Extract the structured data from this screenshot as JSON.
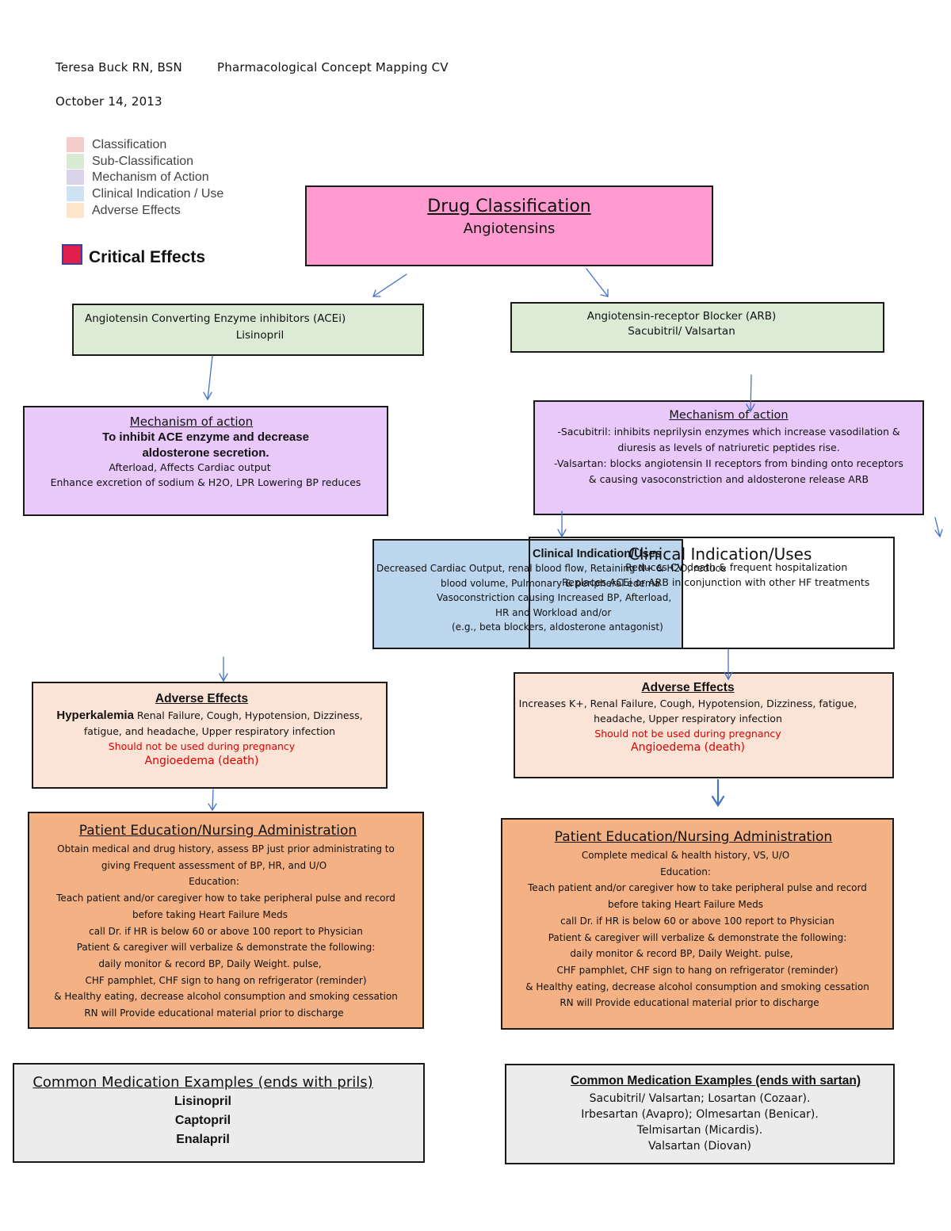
{
  "header": {
    "author": "Teresa Buck RN, BSN",
    "title": "Pharmacological Concept Mapping CV",
    "date": "October 14, 2013"
  },
  "legend": {
    "items": [
      {
        "label": "Classification",
        "color": "#f4cccc"
      },
      {
        "label": "Sub-Classification",
        "color": "#d9ead3"
      },
      {
        "label": "Mechanism of Action",
        "color": "#d9d2e9"
      },
      {
        "label": "Clinical Indication / Use",
        "color": "#cfe2f3"
      },
      {
        "label": "Adverse Effects",
        "color": "#fce5cd"
      }
    ],
    "critical": {
      "label": "Critical Effects",
      "color": "#e0204a"
    }
  },
  "colors": {
    "classification": "#ff9bd0",
    "subclass": "#dcebd6",
    "mechanism": "#e9c8fa",
    "clinical": "#bcd6ee",
    "adverse": "#fbe4d6",
    "education": "#f4b183",
    "examples": "#ececec",
    "arrow": "#4472c4"
  },
  "classification": {
    "title": "Drug Classification",
    "subtitle": "Angiotensins"
  },
  "left": {
    "subclass": {
      "line1": "Angiotensin Converting Enzyme inhibitors (ACEi)",
      "line2": "Lisinopril"
    },
    "mechanism": {
      "title": "Mechanism of action",
      "main1": "To inhibit ACE enzyme and decrease",
      "main2": "aldosterone secretion.",
      "line3": "Afterload, Affects Cardiac output",
      "line4": "Enhance excretion of sodium & H2O, LPR Lowering BP reduces"
    },
    "clinical": {
      "title": "Clinical Indication/Uses",
      "line1": "Decreased Cardiac Output, renal blood flow, Retaining N+ & H2O, reduce",
      "line2": "blood volume, Pulmonary & peripheral edema",
      "line3": "Vasoconstriction causing Increased BP, Afterload,",
      "line4": "HR and Workload and/or",
      "line5": "(e.g., beta blockers, aldosterone antagonist)"
    },
    "adverse": {
      "title": "Adverse Effects",
      "bold": "Hyperkalemia",
      "line1rest": " Renal Failure, Cough, Hypotension, Dizziness,",
      "line2": "fatigue, and headache, Upper respiratory infection",
      "warning": "Should not be used during pregnancy",
      "critical": "Angioedema (death)"
    },
    "education": {
      "title": "Patient Education/Nursing Administration",
      "lines": [
        "Obtain medical and drug history, assess BP just prior administrating to",
        "giving Frequent assessment of BP, HR, and U/O",
        "Education:",
        "Teach patient and/or caregiver how to take peripheral pulse and record",
        "before taking Heart Failure Meds",
        "call Dr. if HR is below 60 or above 100 report to Physician",
        "Patient & caregiver will verbalize & demonstrate the following:",
        "daily monitor & record BP, Daily Weight. pulse,",
        "CHF pamphlet, CHF sign to hang on refrigerator (reminder)",
        "& Healthy eating, decrease alcohol consumption and smoking cessation",
        "RN will Provide educational material prior to discharge"
      ]
    },
    "examples": {
      "title": "Common Medication Examples (ends with prils)",
      "items": [
        "Lisinopril",
        "Captopril",
        "Enalapril"
      ]
    }
  },
  "right": {
    "subclass": {
      "line1": "Angiotensin-receptor Blocker (ARB)",
      "line2": "Sacubitril/ Valsartan"
    },
    "mechanism": {
      "title": "Mechanism of action",
      "line1": "-Sacubitril: inhibits neprilysin enzymes which increase vasodilation &",
      "line2": "diuresis as levels of natriuretic peptides rise.",
      "line3": "-Valsartan: blocks angiotensin II receptors from binding onto receptors",
      "line4": "& causing vasoconstriction and aldosterone release ARB"
    },
    "clinical": {
      "title": "Clinical Indication/Uses",
      "line1": "Reduces CV death & frequent hospitalization",
      "line2": "Replaces ACEi or ARB in conjunction with other HF treatments"
    },
    "adverse": {
      "title": "Adverse Effects",
      "line1": "Increases K+, Renal Failure, Cough, Hypotension, Dizziness, fatigue,",
      "line2": "headache, Upper respiratory infection",
      "warning": "Should not be used during pregnancy",
      "critical": "Angioedema (death)"
    },
    "education": {
      "title": "Patient Education/Nursing Administration",
      "lines": [
        "Complete medical & health history, VS, U/O",
        "Education:",
        "Teach patient and/or caregiver how to take peripheral pulse and record",
        "before taking Heart Failure Meds",
        "call Dr. if HR is below 60 or above 100 report to Physician",
        "Patient & caregiver will verbalize & demonstrate the following:",
        "daily monitor & record BP, Daily Weight. pulse,",
        "CHF pamphlet, CHF sign to hang on refrigerator (reminder)",
        "& Healthy eating, decrease alcohol consumption and smoking cessation",
        "RN will Provide educational material prior to discharge"
      ]
    },
    "examples": {
      "title": "Common Medication Examples (ends with sartan)",
      "items": [
        "Sacubitril/ Valsartan; Losartan (Cozaar).",
        "Irbesartan (Avapro); Olmesartan (Benicar).",
        "Telmisartan (Micardis).",
        "Valsartan (Diovan)"
      ]
    }
  }
}
